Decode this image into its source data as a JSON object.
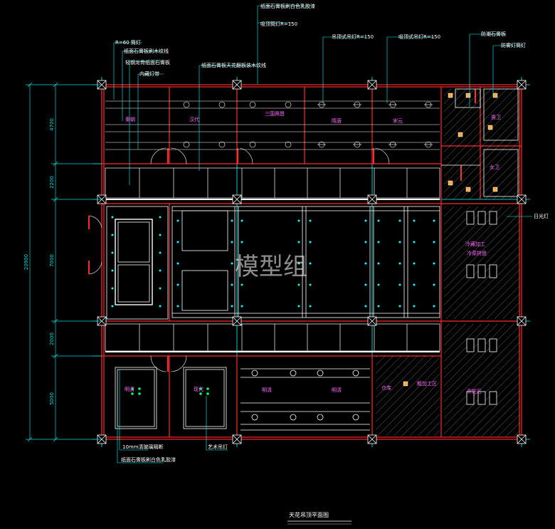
{
  "drawing": {
    "title": "天花吊顶平面图",
    "watermark": "模型组",
    "colors": {
      "background": "#000000",
      "wall": "#ff2a2a",
      "ceiling_line": "#ffffff",
      "grid": "#00ffff",
      "dimension": "#00d8d8",
      "hatch": "#ffffff",
      "label": "#ff66ff",
      "leader": "#00ffff",
      "fixture": "#00ff66"
    }
  },
  "annotations_top": [
    "纸面石膏板刷白色乳胶漆",
    "吸顶筒灯R=150",
    "R=60 筒灯",
    "纸面石膏板刷木纹线",
    "轻钢龙骨纸面石膏板",
    "内藏灯带",
    "纸面石膏板天花翻板装木纹线",
    "防潮石膏板",
    "吊顶式吊灯R=150",
    "吸顶式吊灯R=150",
    "防雾灯筒灯"
  ],
  "annotations_bottom": [
    "10mm清玻璃隔断",
    "纸面石膏板刷白色乳胶漆",
    "艺术吊灯"
  ],
  "annotations_right": [
    "日光灯"
  ],
  "rooms": {
    "qin": "秦朝",
    "han": "汉代",
    "sanguo": "三国两晋",
    "sui": "隋唐",
    "song": "宋元",
    "male_wc": "男卫",
    "female_wc": "女卫",
    "cold_kitchen": "冷藏加工",
    "pastry": "冷菜拼盘",
    "ming": "明清",
    "modern": "现代",
    "ming2": "明清",
    "ming3": "明清",
    "warehouse": "仓库",
    "rough_work": "粗加工区",
    "cooking": "烹饪区"
  },
  "dimensions": {
    "total": "20900",
    "segments": [
      "4700",
      "2200",
      "7000",
      "2000",
      "5000"
    ]
  }
}
